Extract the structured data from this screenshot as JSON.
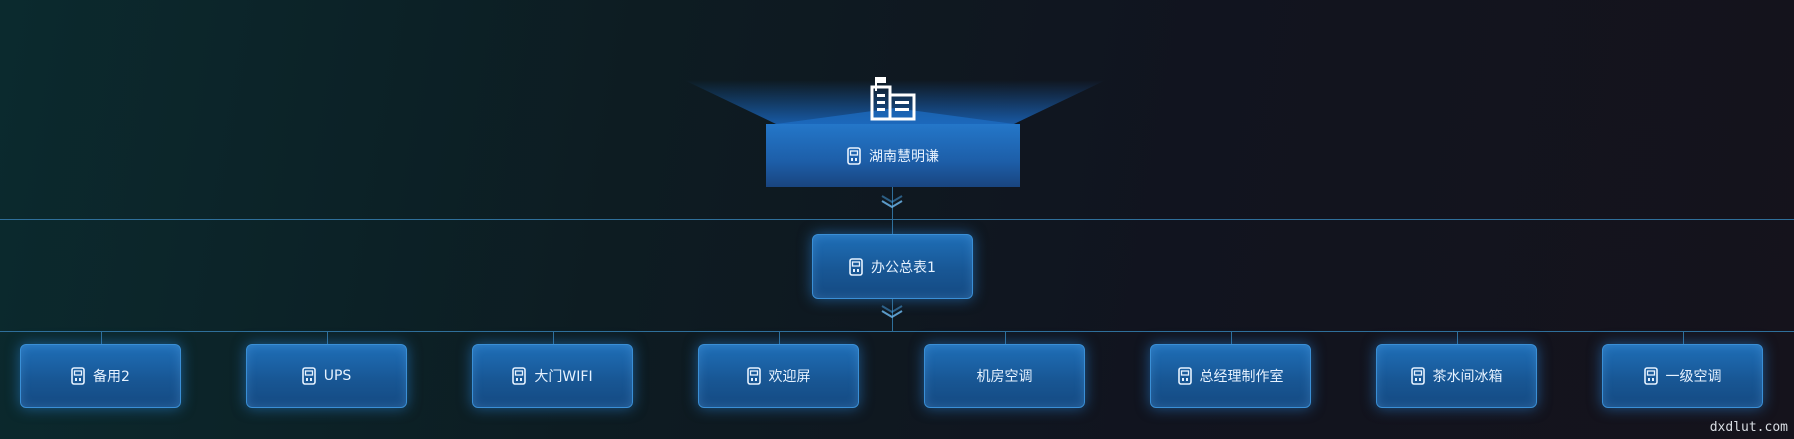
{
  "root": {
    "label": "湖南慧明谦",
    "icon": "building-icon"
  },
  "level1": {
    "label": "办公总表1",
    "icon": "meter-icon"
  },
  "children": [
    {
      "label": "备用2",
      "icon": "meter-icon"
    },
    {
      "label": "UPS",
      "icon": "meter-icon"
    },
    {
      "label": "大门WIFI",
      "icon": "meter-icon"
    },
    {
      "label": "欢迎屏",
      "icon": "meter-icon"
    },
    {
      "label": "机房空调",
      "icon": ""
    },
    {
      "label": "总经理制作室",
      "icon": "meter-icon"
    },
    {
      "label": "茶水间冰箱",
      "icon": "meter-icon"
    },
    {
      "label": "一级空调",
      "icon": "meter-icon"
    }
  ],
  "watermark": "dxdlut.com",
  "colors": {
    "node": "#1d5ea8",
    "line": "#2f6f9a",
    "glow": "#2b8ce6"
  }
}
